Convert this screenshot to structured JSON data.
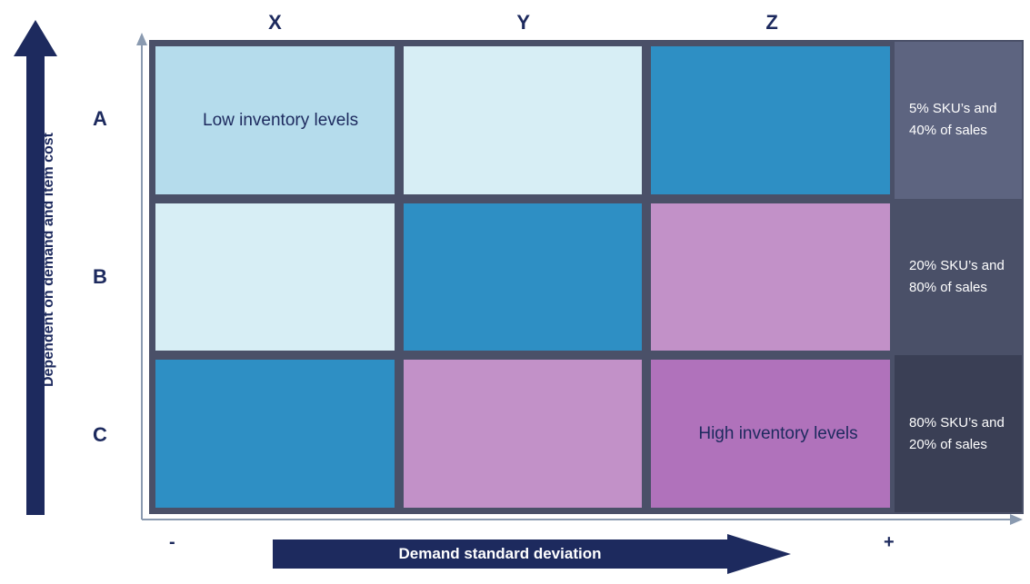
{
  "axes": {
    "y_label": "Dependent on demand and item cost",
    "x_label": "Demand standard deviation",
    "x_min_mark": "-",
    "x_max_mark": "+"
  },
  "columns": [
    {
      "label": "X"
    },
    {
      "label": "Y"
    },
    {
      "label": "Z"
    }
  ],
  "rows": [
    {
      "label": "A",
      "summary": "5% SKU’s and 40% of sales",
      "cells": [
        {
          "text": "Low inventory levels",
          "color": "#b5dcec"
        },
        {
          "text": "",
          "color": "#d7eef5"
        },
        {
          "text": "",
          "color": "#2e8fc4"
        }
      ]
    },
    {
      "label": "B",
      "summary": "20% SKU’s and 80% of sales",
      "cells": [
        {
          "text": "",
          "color": "#d7eef5"
        },
        {
          "text": "",
          "color": "#2e8fc4"
        },
        {
          "text": "",
          "color": "#c291c8"
        }
      ]
    },
    {
      "label": "C",
      "summary": "80% SKU’s and 20% of sales",
      "cells": [
        {
          "text": "",
          "color": "#2e8fc4"
        },
        {
          "text": "",
          "color": "#c291c8"
        },
        {
          "text": "High inventory levels",
          "color": "#b072bb"
        }
      ]
    }
  ],
  "colors": {
    "navy": "#1d2a5e",
    "grid": "#4a5068",
    "summary_a": "#5d6480",
    "summary_b": "#4a5068",
    "summary_c": "#3a3f55"
  }
}
